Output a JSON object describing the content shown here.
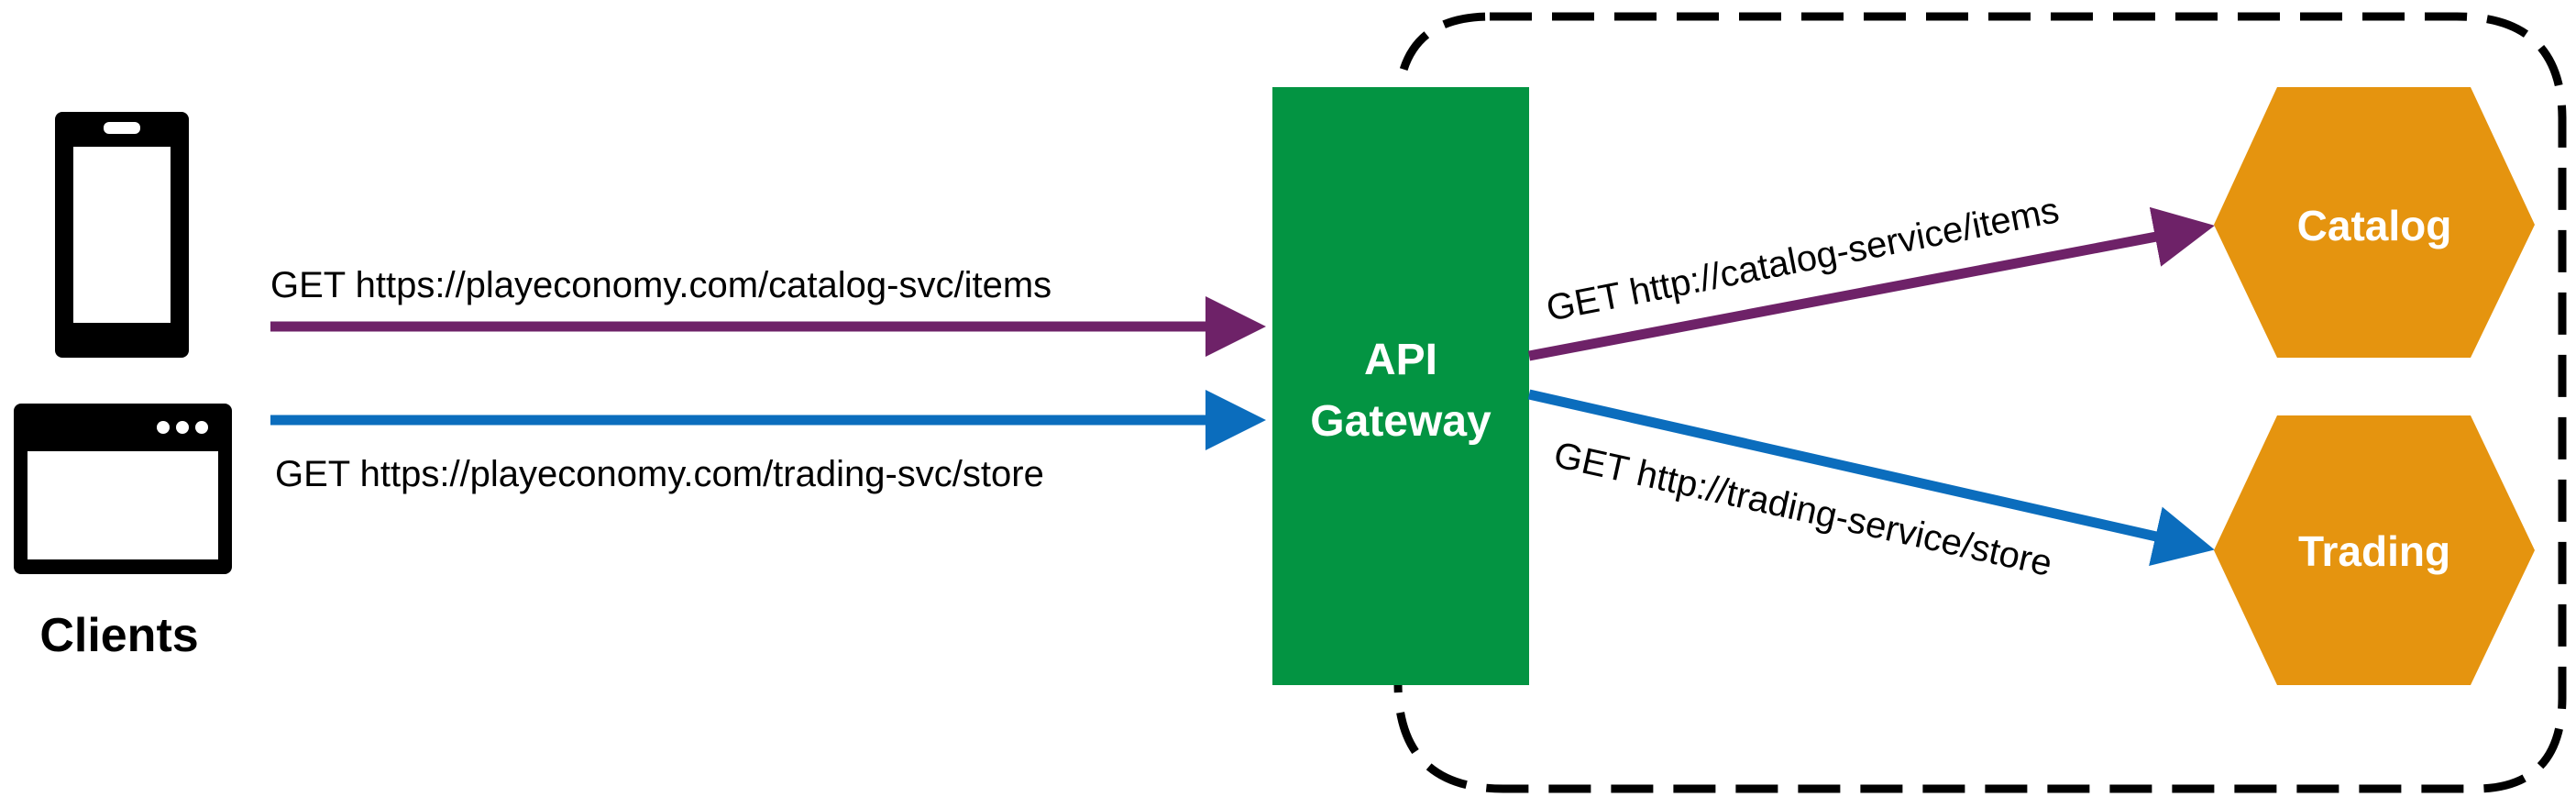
{
  "colors": {
    "purple": "#6e2268",
    "blue": "#0b6dbd",
    "gateway": "#039442",
    "service": "#e5940f",
    "black": "#000000"
  },
  "clients": {
    "label": "Clients",
    "phone_icon": "mobile-phone-icon",
    "browser_icon": "browser-window-icon"
  },
  "gateway": {
    "line1": "API",
    "line2": "Gateway"
  },
  "services": {
    "catalog": {
      "label": "Catalog"
    },
    "trading": {
      "label": "Trading"
    }
  },
  "edges": {
    "client_catalog": "GET https://playeconomy.com/catalog-svc/items",
    "client_trading": "GET https://playeconomy.com/trading-svc/store",
    "gateway_catalog": "GET http://catalog-service/items",
    "gateway_trading": "GET http://trading-service/store"
  }
}
